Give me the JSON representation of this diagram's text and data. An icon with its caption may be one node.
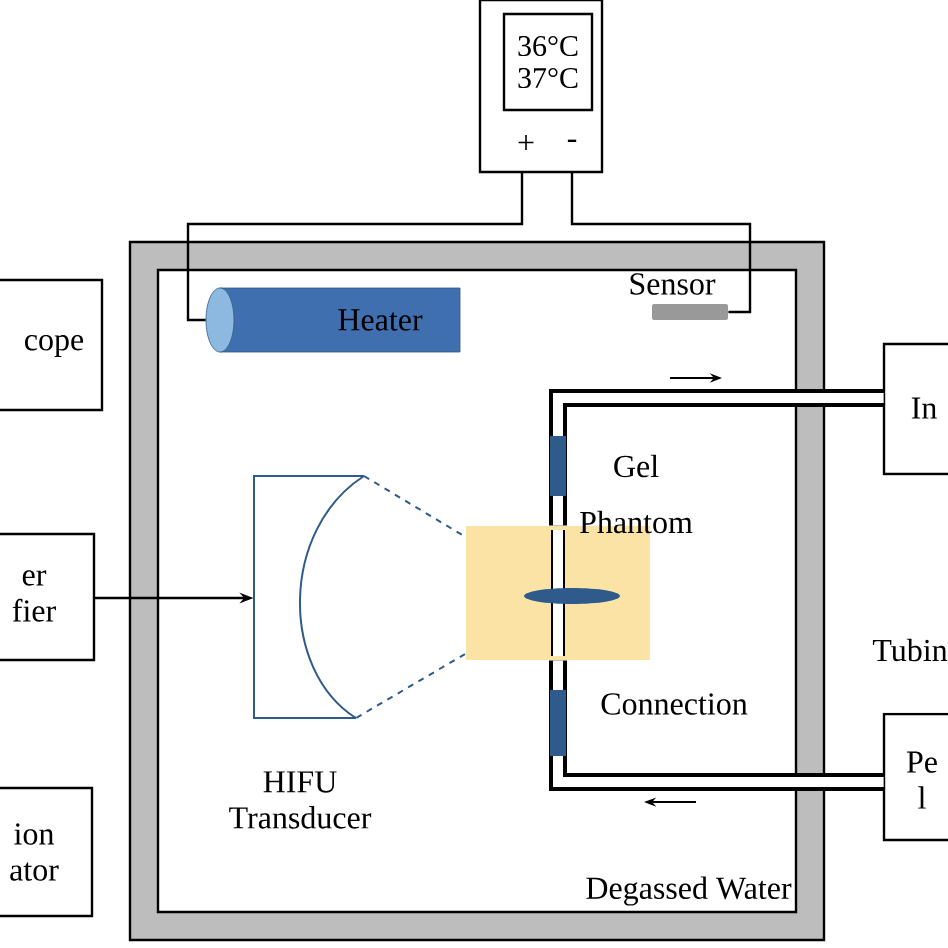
{
  "diagram": {
    "nodes": [
      {
        "text": [
          "+",
          "-"
        ]
      },
      {
        "text": [
          "36°C 37°C"
        ],
        "in": 0
      },
      {
        "text": [
          "Degassed Water"
        ]
      },
      {
        "text": [
          "Heater"
        ],
        "in": 2
      },
      {
        "text": [
          "Sensor"
        ],
        "in": 2
      },
      {
        "text": [
          "cope"
        ]
      },
      {
        "text": [
          "er fier"
        ]
      },
      {
        "text": [
          "HIFU Transducer"
        ],
        "in": 2
      },
      {
        "text": [],
        "shape": "box",
        "in": 2
      },
      {
        "text": [
          "In"
        ]
      },
      {
        "text": [
          "ion ator"
        ]
      },
      {
        "text": [
          "Pe l"
        ]
      }
    ],
    "edges": [
      {
        "from": 0,
        "to": 3,
        "arrow": "none"
      },
      {
        "from": 0,
        "to": 4,
        "arrow": "none"
      },
      {
        "from": 6,
        "to": 7,
        "arrow": "to"
      },
      {
        "from": 9,
        "to": 8,
        "arrow": "none",
        "style": "thick"
      },
      {
        "from": 8,
        "to": 11,
        "arrow": "none",
        "style": "thick"
      }
    ],
    "labels": [
      "Gel Phantom",
      "Connection",
      "Tubin"
    ]
  }
}
